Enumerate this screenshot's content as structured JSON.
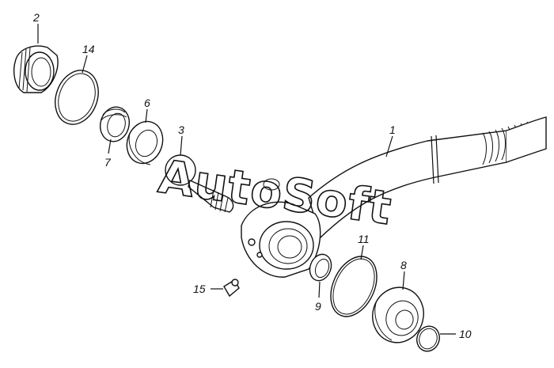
{
  "diagram": {
    "watermark": "AutoSoft",
    "parts": [
      {
        "id": "part-1",
        "label": "1"
      },
      {
        "id": "part-2",
        "label": "2"
      },
      {
        "id": "part-3",
        "label": "3"
      },
      {
        "id": "part-6",
        "label": "6"
      },
      {
        "id": "part-7",
        "label": "7"
      },
      {
        "id": "part-8",
        "label": "8"
      },
      {
        "id": "part-9",
        "label": "9"
      },
      {
        "id": "part-10",
        "label": "10"
      },
      {
        "id": "part-11",
        "label": "11"
      },
      {
        "id": "part-14",
        "label": "14"
      },
      {
        "id": "part-15",
        "label": "15"
      }
    ]
  }
}
